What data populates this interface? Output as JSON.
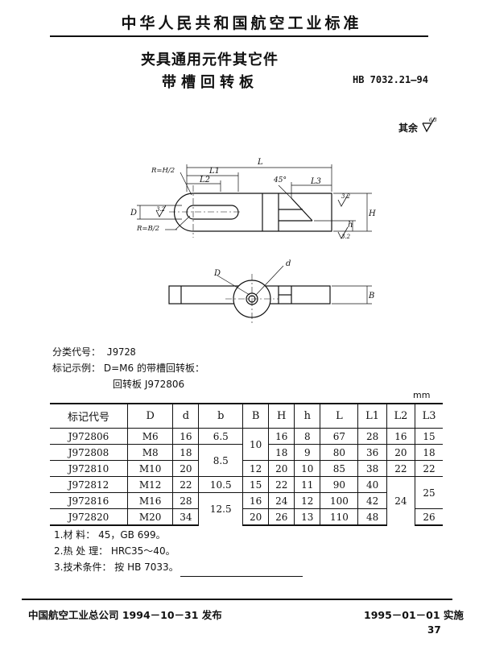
{
  "header": {
    "org_standard": "中华人民共和国航空工业标准"
  },
  "title": {
    "line1": "夹具通用元件其它件",
    "line2": "带槽回转板",
    "standard_no": "HB 7032.21—94"
  },
  "roughness": {
    "label": "其余",
    "value": "6.3"
  },
  "drawing": {
    "labels": {
      "L": "L",
      "L1": "L1",
      "L2": "L2",
      "L3": "L3",
      "R_top": "R=H/2",
      "R_bottom": "R=B/2",
      "angle": "45°",
      "D": "D",
      "h": "h",
      "H": "H",
      "d": "d",
      "B": "B",
      "r32a": "3.2",
      "r32b": "3.2",
      "r32c": "3.2"
    }
  },
  "info": {
    "class_label": "分类代号：",
    "class_value": "J9728",
    "example_label": "标记示例：",
    "example_text": "D=M6 的带槽回转板：",
    "example_mark": "回转板  J972806"
  },
  "unit": "mm",
  "table": {
    "headers": [
      "标记代号",
      "D",
      "d",
      "b",
      "B",
      "H",
      "h",
      "L",
      "L1",
      "L2",
      "L3"
    ],
    "rows": [
      [
        "J972806",
        "M6",
        "16",
        "6.5",
        "10",
        "16",
        "8",
        "67",
        "28",
        "16",
        "15"
      ],
      [
        "J972808",
        "M8",
        "18",
        "8.5",
        "",
        "18",
        "9",
        "80",
        "36",
        "20",
        "18"
      ],
      [
        "J972810",
        "M10",
        "20",
        "",
        "12",
        "20",
        "10",
        "85",
        "38",
        "22",
        "22"
      ],
      [
        "J972812",
        "M12",
        "22",
        "10.5",
        "15",
        "22",
        "11",
        "90",
        "40",
        "24",
        "25"
      ],
      [
        "J972816",
        "M16",
        "28",
        "12.5",
        "16",
        "24",
        "12",
        "100",
        "42",
        "",
        ""
      ],
      [
        "J972820",
        "M20",
        "34",
        "",
        "20",
        "26",
        "13",
        "110",
        "48",
        "",
        "26"
      ]
    ]
  },
  "notes": [
    "1.材    料：  45，GB 699。",
    "2.热 处 理：  HRC35～40。",
    "3.技术条件：  按 HB 7033。"
  ],
  "footer": {
    "issuer": "中国航空工业总公司 1994－10－31 发布",
    "effective": "1995－01－01 实施",
    "page": "37"
  }
}
